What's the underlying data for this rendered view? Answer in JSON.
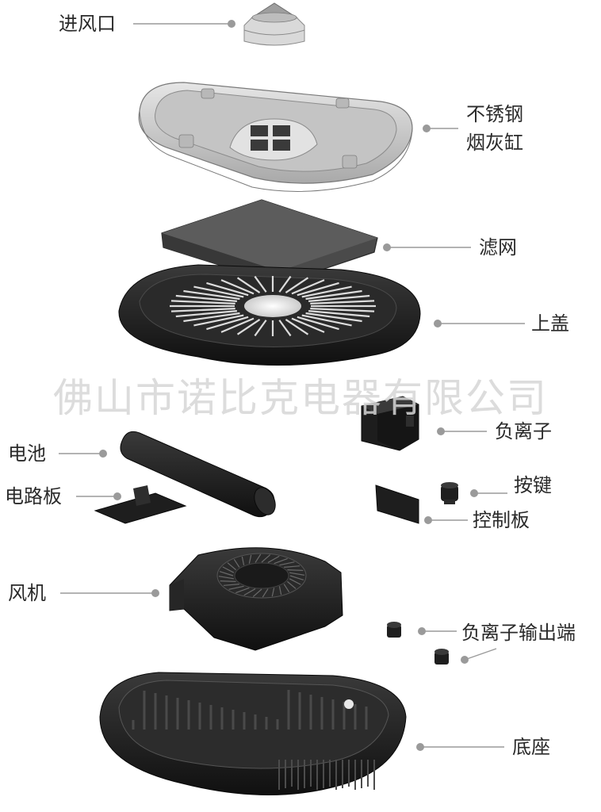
{
  "labels": {
    "air_inlet": "进风口",
    "ashtray_line1": "不锈钢",
    "ashtray_line2": "烟灰缸",
    "filter": "滤网",
    "top_cover": "上盖",
    "negative_ion": "负离子",
    "battery": "电池",
    "button": "按键",
    "circuit_board": "电路板",
    "control_board": "控制板",
    "fan": "风机",
    "ion_output": "负离子输出端",
    "base": "底座"
  },
  "watermark": "佛山市诺比克电器有限公司",
  "colors": {
    "label_text": "#2a2a2a",
    "leader_line": "#9a9a9a",
    "part_dark": "#1e1e1e",
    "part_silver": "#cfcfcf",
    "watermark": "#d6d6d6"
  }
}
